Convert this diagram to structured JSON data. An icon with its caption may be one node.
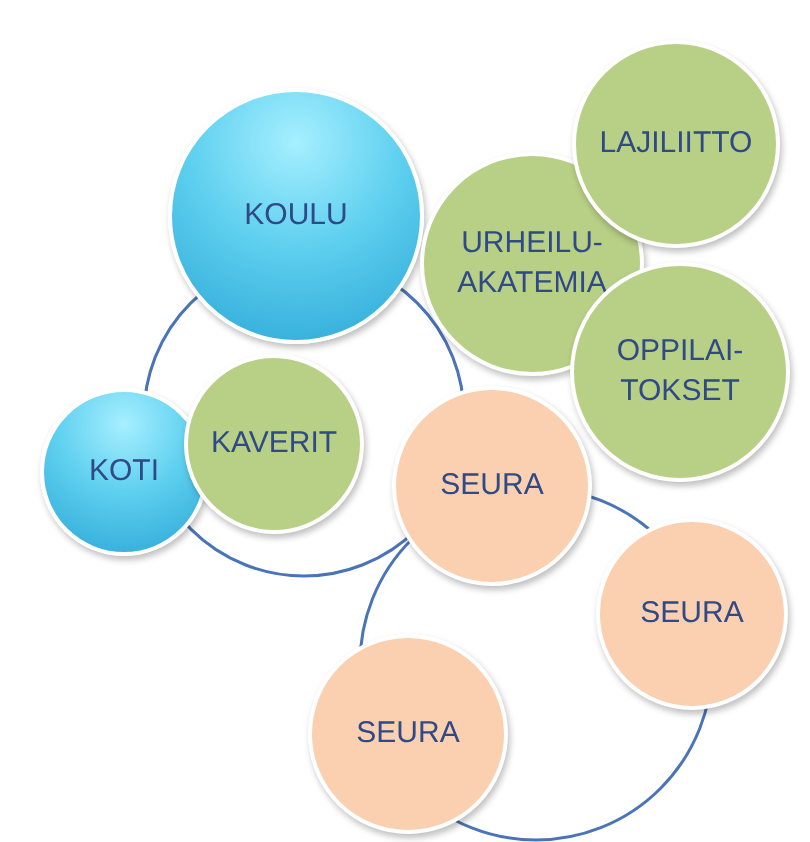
{
  "diagram": {
    "nodes": [
      {
        "text": [
          "KOULU"
        ]
      },
      {
        "text": [
          "LAJILIITTO"
        ]
      },
      {
        "text": [
          "URHEILU-AKATEMIA"
        ]
      },
      {
        "text": [
          "OPPILAI-TOKSET"
        ]
      },
      {
        "text": [
          "KOTI"
        ]
      },
      {
        "text": [
          "KAVERIT"
        ]
      },
      {
        "text": [
          "SEURA"
        ]
      },
      {
        "text": [
          "SEURA"
        ]
      },
      {
        "text": [
          "SEURA"
        ]
      }
    ]
  }
}
